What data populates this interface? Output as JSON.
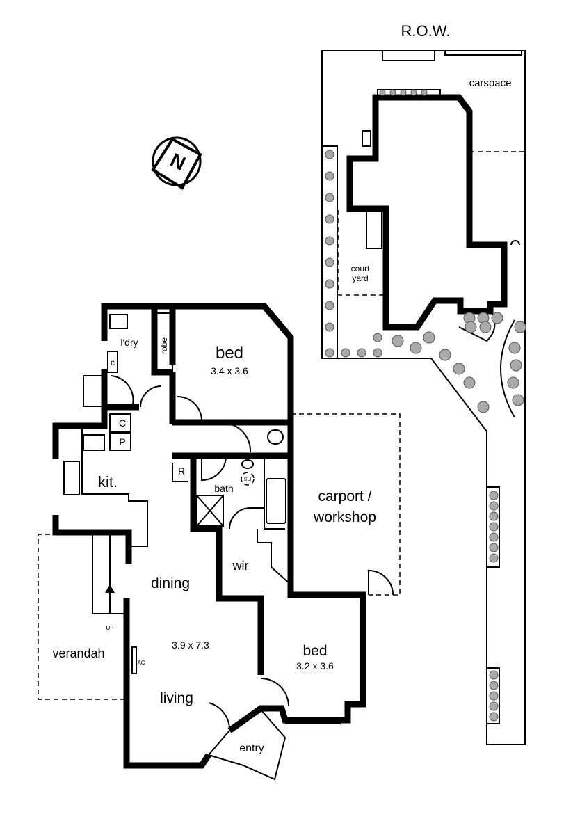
{
  "title": "R.O.W.",
  "compass": {
    "label": "N"
  },
  "rooms": {
    "carspace": "carspace",
    "court_yard_1": "court",
    "court_yard_2": "yard",
    "laundry": "l'dry",
    "robe": "robe",
    "bed1": "bed",
    "bed1_size": "3.4 x 3.6",
    "cupboard_small": "c",
    "cupboard": "C",
    "pantry": "P",
    "kitchen": "kit.",
    "refrigerator": "R",
    "bath": "bath",
    "skylight": "SLI",
    "carport_1": "carport /",
    "carport_2": "workshop",
    "wir": "wir",
    "dining": "dining",
    "living_size": "3.9 x 7.3",
    "living": "living",
    "verandah": "verandah",
    "up": "UP",
    "ac": "AC",
    "bed2": "bed",
    "bed2_size": "3.2 x 3.6",
    "entry": "entry"
  }
}
